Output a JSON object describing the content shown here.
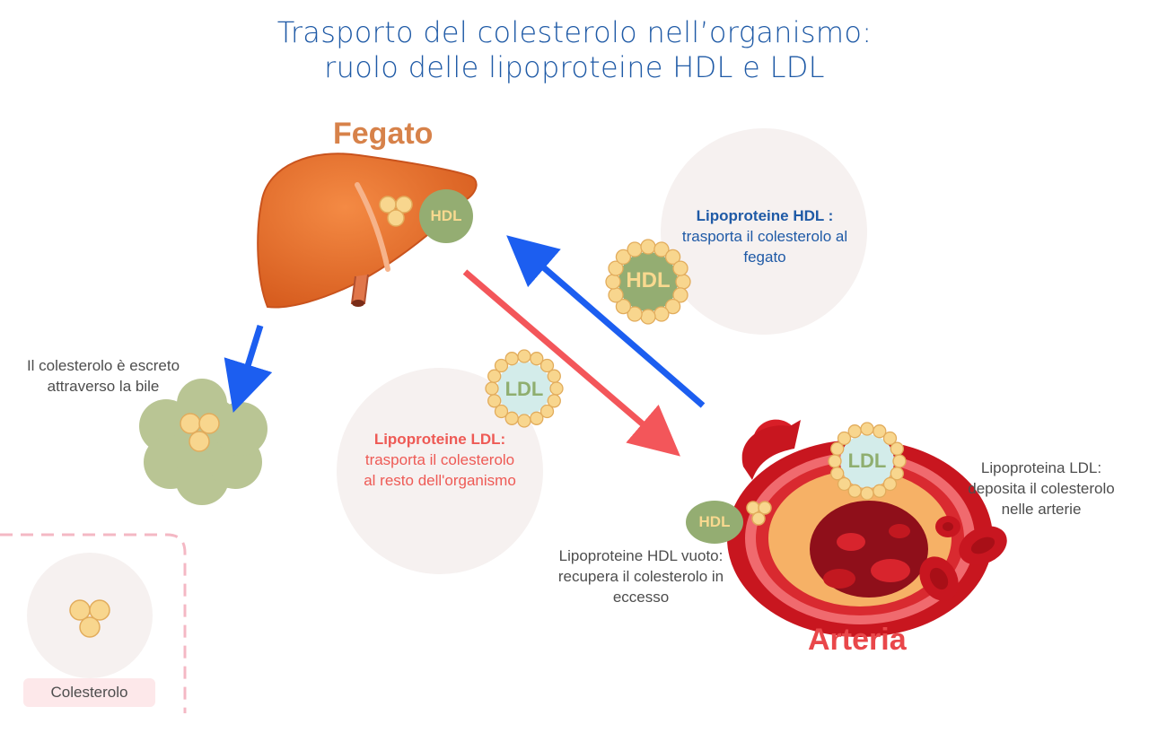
{
  "title": {
    "line1": "Trasporto del colesterolo nell’organismo:",
    "line2": "ruolo delle lipoproteine HDL e LDL"
  },
  "organs": {
    "liver_label": "Fegato",
    "artery_label": "Arteria"
  },
  "particles": {
    "hdl": "HDL",
    "ldl": "LDL"
  },
  "annotations": {
    "bile": [
      "Il colesterolo è escreto",
      "attraverso la bile"
    ],
    "hdl_heading": "Lipoproteine HDL :",
    "hdl_text": [
      "trasporta il colesterolo al",
      "fegato"
    ],
    "ldl_heading": "Lipoproteine LDL:",
    "ldl_text": [
      "trasporta il colesterolo",
      "al resto dell'organismo"
    ],
    "hdl_empty": [
      "Lipoproteine HDL vuoto:",
      "recupera il colesterolo in",
      "eccesso"
    ],
    "ldl_deposit": [
      "Lipoproteina LDL:",
      "deposita il colesterolo",
      "nelle arterie"
    ]
  },
  "legend": {
    "cholesterol": "Colesterolo"
  },
  "colors": {
    "title": "#1f5aa6",
    "liver": "#ee7835",
    "liver_label": "#d7824a",
    "artery_label": "#e9474a",
    "hdl_particle": "#94ad72",
    "hdl_text": "#f9d98f",
    "ldl_particle": "#d3ecea",
    "ldl_text": "#8fae6f",
    "cholesterol": "#f8d68e",
    "blue_arrow": "#1c5ef0",
    "red_arrow": "#f3565a",
    "bile": "#b9c594",
    "bubble": "#f6f1f0",
    "legend_border": "#f4b8c4"
  },
  "icons": [
    "cholesterol-icon",
    "hdl-particle-icon",
    "ldl-particle-icon",
    "liver-icon",
    "artery-icon",
    "blood-cell-icon"
  ]
}
